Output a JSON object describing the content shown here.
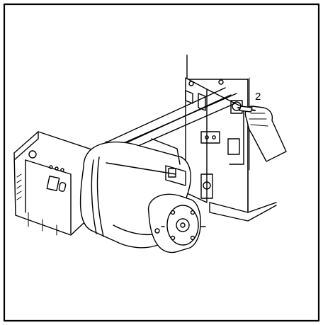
{
  "figure": {
    "callouts": [
      {
        "label": "2"
      }
    ],
    "colors": {
      "line": "#000000",
      "background": "#ffffff"
    },
    "parts": [
      "burner-body",
      "control-box",
      "fan-housing",
      "flange-plate",
      "support-rails",
      "hand",
      "screwdriver",
      "boiler-wall"
    ]
  }
}
